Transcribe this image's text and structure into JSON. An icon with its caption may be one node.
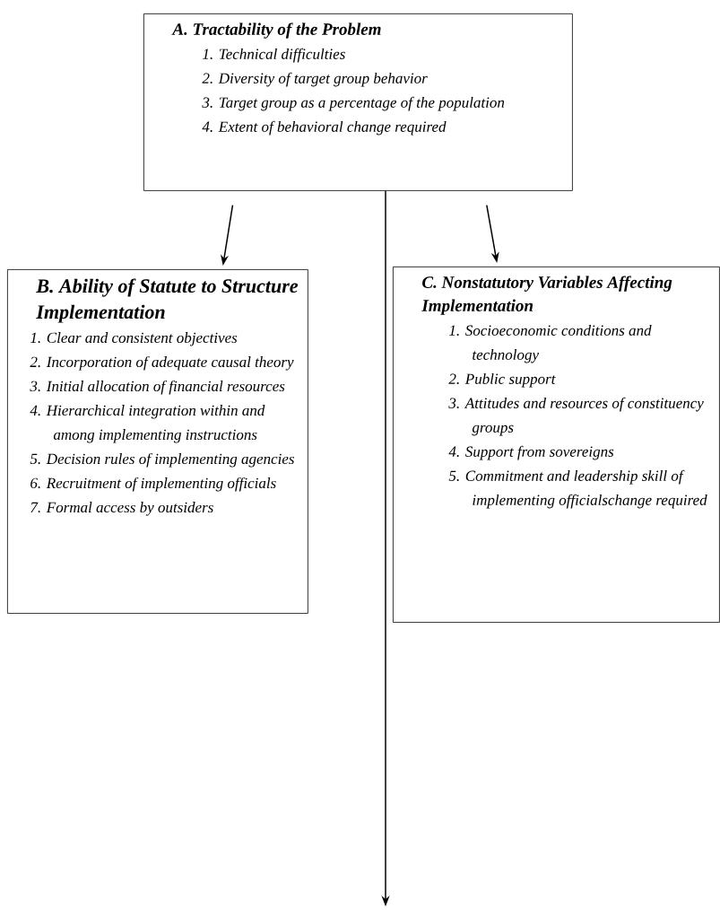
{
  "diagram": {
    "nodes": [
      {
        "text": [
          "A. Tractability of the Problem",
          "1. Technical difficulties",
          "2. Diversity of target group behavior",
          "3. Target group as a percentage of the population",
          "4. Extent of behavioral change required"
        ]
      },
      {
        "text": [
          "B. Ability of Statute to Structure Implementation",
          "1. Clear and consistent objectives",
          "2. Incorporation of adequate causal theory",
          "3. Initial allocation of financial resources",
          "4. Hierarchical integration within and among implementing instructions",
          "5. Decision rules of implementing agencies",
          "6. Recruitment of implementing officials",
          "7. Formal access by outsiders"
        ]
      },
      {
        "text": [
          "C. Nonstatutory Variables Affecting Implementation",
          "1. Socioeconomic conditions and technology",
          "2. Public support",
          "3. Attitudes and resources of constituency groups",
          "4. Support from sovereigns",
          "5. Commitment and leadership skill of implementing officialschange required"
        ]
      }
    ],
    "edges": [
      {
        "from": 0,
        "to": 1,
        "arrow": "to"
      },
      {
        "from": 0,
        "to": 2,
        "arrow": "to"
      },
      {
        "from": 0,
        "to": null,
        "arrow": "to"
      }
    ]
  }
}
